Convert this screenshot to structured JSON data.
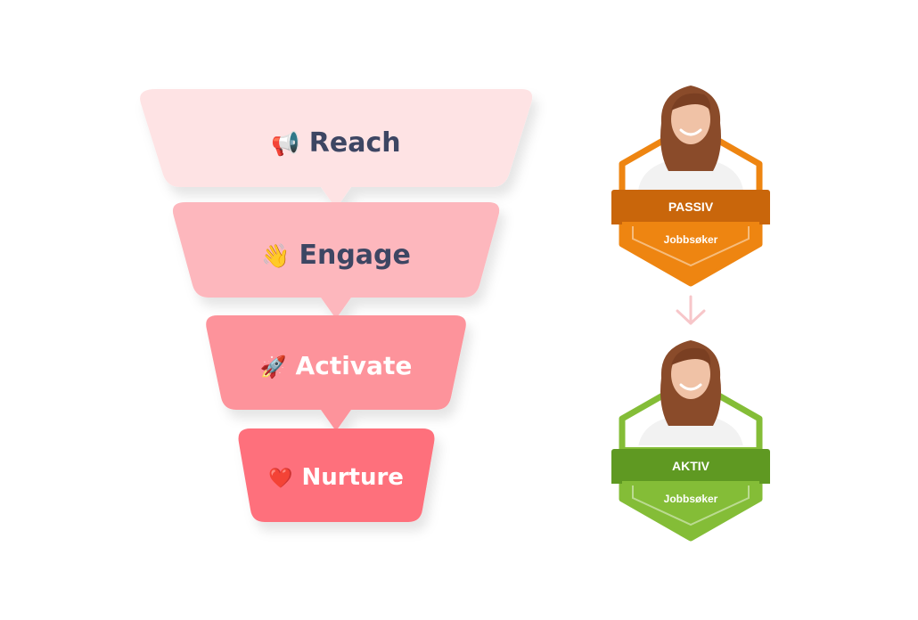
{
  "funnel": {
    "stages": [
      {
        "icon": "megaphone-icon",
        "glyph": "📢",
        "label": "Reach",
        "fill": "#FEE3E4",
        "text_color": "#3D4663"
      },
      {
        "icon": "waving-hand-icon",
        "glyph": "👋",
        "label": "Engage",
        "fill": "#FDB7BD",
        "text_color": "#3D4663"
      },
      {
        "icon": "rocket-icon",
        "glyph": "🚀",
        "label": "Activate",
        "fill": "#FD939B",
        "text_color": "#FFFFFF"
      },
      {
        "icon": "heart-icon",
        "glyph": "❤️",
        "label": "Nurture",
        "fill": "#FE6F7C",
        "text_color": "#FFFFFF"
      }
    ]
  },
  "badges": [
    {
      "status": "PASSIV",
      "role": "Jobbsøker",
      "color": "#EE8511",
      "dark": "#C9660B"
    },
    {
      "status": "AKTIV",
      "role": "Jobbsøker",
      "color": "#84BD37",
      "dark": "#5F9922"
    }
  ],
  "arrow": {
    "icon": "arrow-down-icon",
    "color": "#F7C6C9"
  },
  "avatar": {
    "icon": "avatar"
  }
}
